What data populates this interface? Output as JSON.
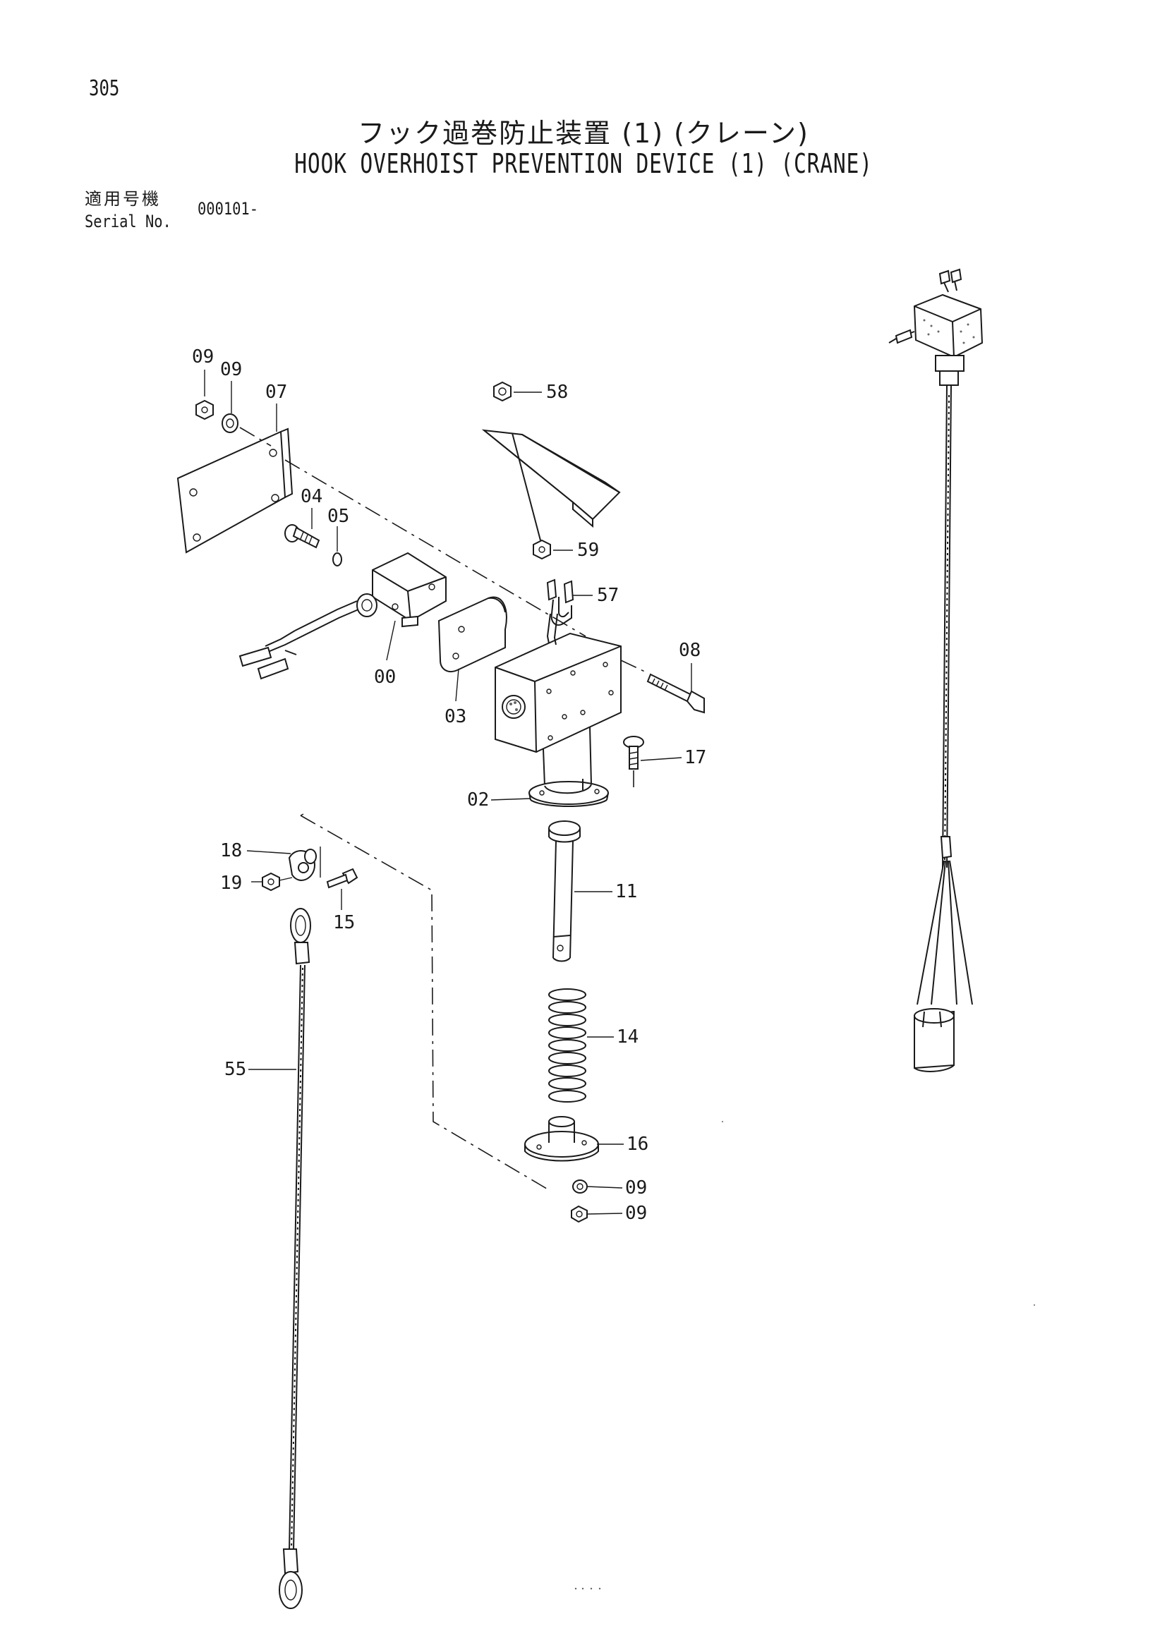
{
  "page_number": "305",
  "title_jp": "フック過巻防止装置 (1) (クレーン)",
  "title_en": "HOOK OVERHOIST PREVENTION DEVICE (1) (CRANE)",
  "serial": {
    "label_jp": "適用号機",
    "label_en": "Serial No.",
    "value": "000101-"
  },
  "callouts": {
    "nut_09_a": "09",
    "nut_09_b": "09",
    "plate_07": "07",
    "bolt_04": "04",
    "washer_05": "05",
    "switch_00": "00",
    "cover_03": "03",
    "nut_58": "58",
    "nut_59": "59",
    "wire_57": "57",
    "bolt_08": "08",
    "bolt_17": "17",
    "housing_02": "02",
    "shackle_18": "18",
    "nut_19": "19",
    "bolt_15": "15",
    "rod_11": "11",
    "spring_14": "14",
    "rope_55": "55",
    "collar_16": "16",
    "nut_09_c": "09",
    "nut_09_d": "09"
  }
}
